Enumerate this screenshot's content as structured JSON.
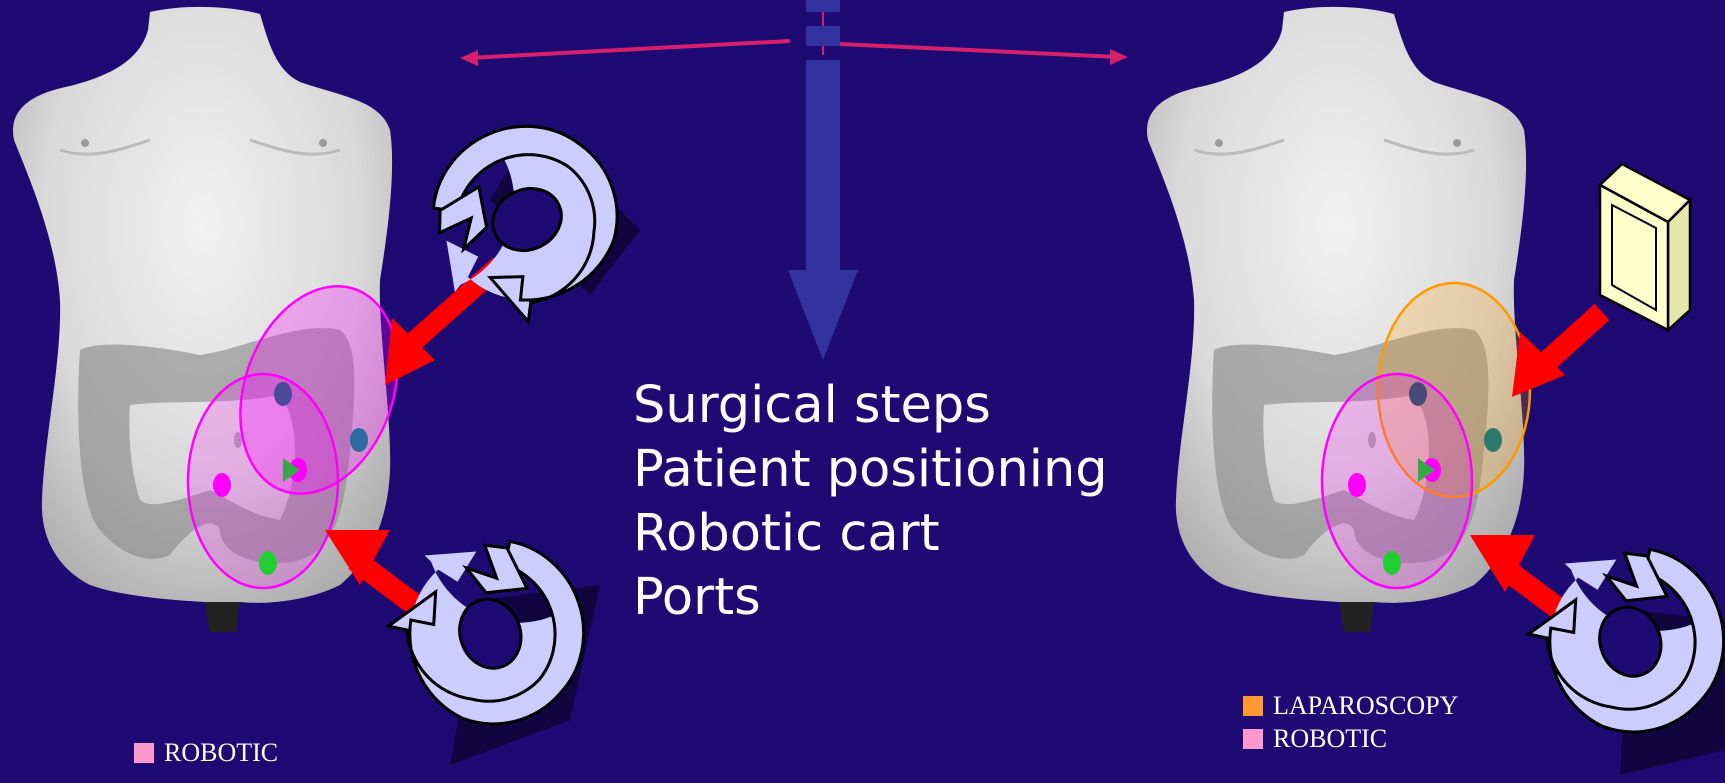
{
  "slide": {
    "background": "#1e0a73",
    "items": [
      "Surgical steps",
      "Patient positioning",
      "Robotic cart",
      "Ports"
    ]
  },
  "legend_left": [
    {
      "label": "ROBOTIC",
      "color": "#ff99cc"
    }
  ],
  "legend_right": [
    {
      "label": "LAPAROSCOPY",
      "color": "#ff9933"
    },
    {
      "label": "ROBOTIC",
      "color": "#ff99cc"
    }
  ],
  "colors": {
    "robotic_zone": "#ff00ff",
    "laparoscopy_zone": "#ff9900",
    "arrow": "#ff0000",
    "rotation_icon": "#ccccff",
    "connector": "#d6206e",
    "down_arrow": "#3333a0",
    "skin": "#d9d9d9",
    "colon": "#8c8c8c"
  },
  "icons": {
    "rotation": "rotation-arrows-icon",
    "laparoscopy_tower": "laparoscopy-tower-icon"
  }
}
